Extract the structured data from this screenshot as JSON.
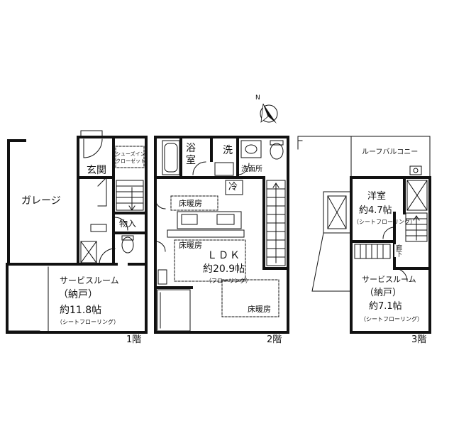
{
  "compass": {
    "label": "N"
  },
  "floor1": {
    "floor_label": "1階",
    "garage": "ガレージ",
    "entrance": "玄関",
    "shoe_closet": "シューズインクローゼット",
    "storage": "物入",
    "service_room": {
      "name": "サービスルーム",
      "sub": "（納戸）",
      "size": "約11.8帖",
      "floor": "（シートフローリング）"
    }
  },
  "floor2": {
    "floor_label": "2階",
    "bath": "浴室",
    "wash": "洗",
    "washroom": "洗面所",
    "fridge": "冷",
    "floor_heating_1": "床暖房",
    "floor_heating_2": "床暖房",
    "floor_heating_3": "床暖房",
    "ldk": {
      "name": "ＬＤＫ",
      "size": "約20.9帖",
      "floor": "（フローリング）"
    }
  },
  "floor3": {
    "floor_label": "3階",
    "roof_balcony": "ルーフバルコニー",
    "western_room": {
      "name": "洋室",
      "size": "約4.7帖",
      "floor": "（シートフローリング）"
    },
    "corridor": "廊下",
    "service_room": {
      "name": "サービスルーム",
      "sub": "（納戸）",
      "size": "約7.1帖",
      "floor": "（シートフローリング）"
    }
  }
}
